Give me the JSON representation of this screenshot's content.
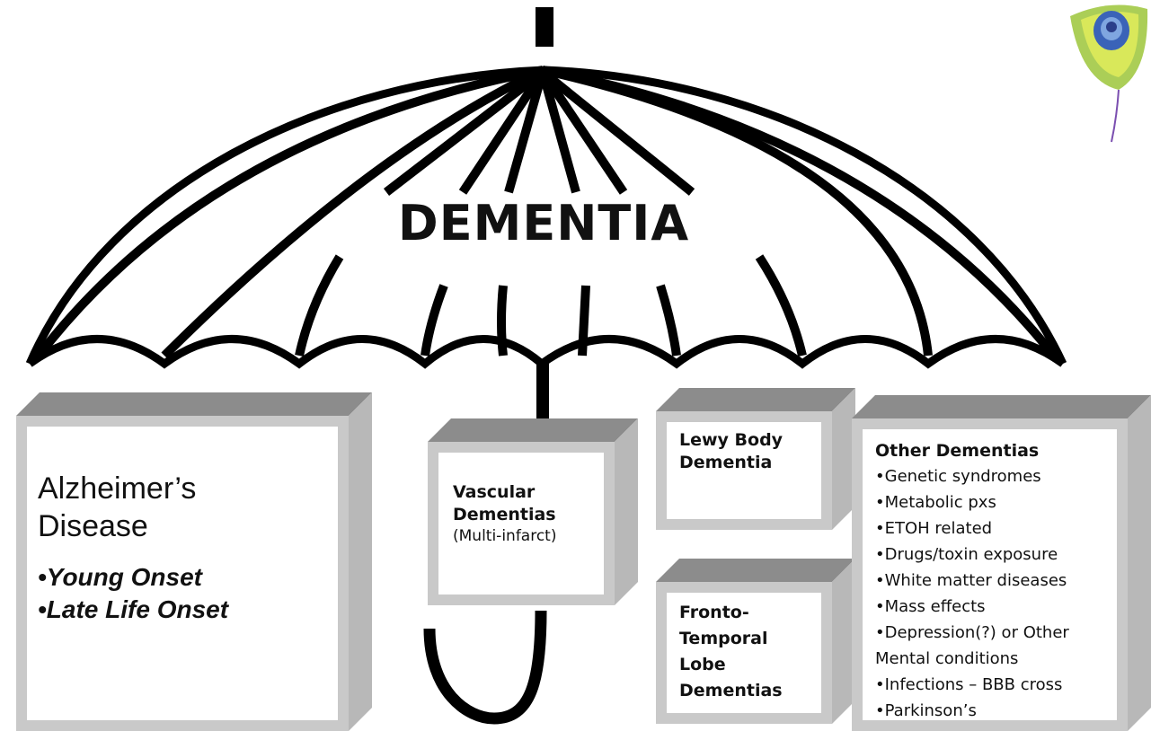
{
  "umbrella": {
    "title": "DEMENTIA"
  },
  "boxes": {
    "alzheimers": {
      "title_line1": "Alzheimer’s",
      "title_line2": "Disease",
      "items": [
        "•Young Onset",
        "•Late Life Onset"
      ]
    },
    "vascular": {
      "title_line1": "Vascular",
      "title_line2": "Dementias",
      "subtitle": "(Multi-infarct)"
    },
    "lewy": {
      "title_line1": "Lewy Body",
      "title_line2": "Dementia"
    },
    "frontotemporal": {
      "lines": [
        "Fronto-",
        "Temporal",
        "Lobe",
        "Dementias"
      ]
    },
    "other": {
      "title": "Other Dementias",
      "items": [
        "•Genetic syndromes",
        "•Metabolic pxs",
        "•ETOH related",
        "•Drugs/toxin exposure",
        "•White matter diseases",
        "•Mass effects",
        "•Depression(?) or Other",
        "Mental conditions",
        "•Infections – BBB cross",
        "•Parkinson’s"
      ]
    }
  },
  "colors": {
    "line": "#000000",
    "box_top": "#8c8c8c",
    "box_side": "#b8b8b8",
    "box_border": "#c9c9c9",
    "logo_blue": "#3a63b8",
    "logo_green": "#9cc63a",
    "logo_purple": "#7b4fb0"
  },
  "icons": {
    "logo": "peacock-feather-icon"
  }
}
